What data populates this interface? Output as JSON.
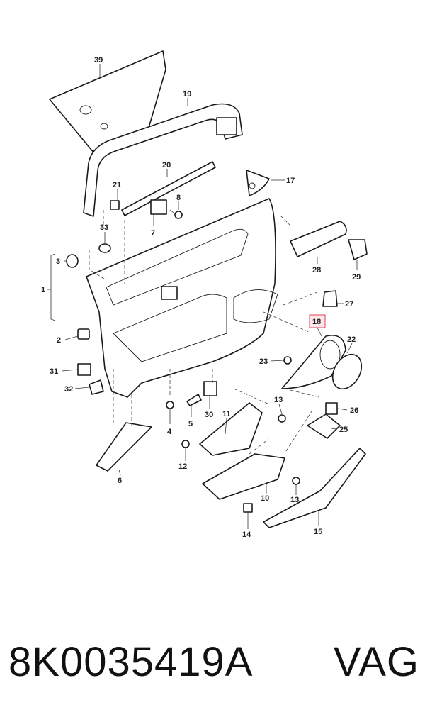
{
  "callouts": {
    "n39": "39",
    "n19": "19",
    "n20": "20",
    "n17": "17",
    "n21": "21",
    "n8": "8",
    "n7": "7",
    "n33": "33",
    "n28": "28",
    "n29": "29",
    "n3": "3",
    "n1": "1",
    "n27": "27",
    "n18": "18",
    "n2": "2",
    "n22": "22",
    "n23": "23",
    "n31": "31",
    "n32": "32",
    "n13a": "13",
    "n26": "26",
    "n4": "4",
    "n5": "5",
    "n30": "30",
    "n11": "11",
    "n25": "25",
    "n12": "12",
    "n6": "6",
    "n10": "10",
    "n13b": "13",
    "n14": "14",
    "n15": "15"
  },
  "highlight_color": "#e06070",
  "caption": {
    "part_number": "8K0035419A",
    "brand": "VAG"
  }
}
